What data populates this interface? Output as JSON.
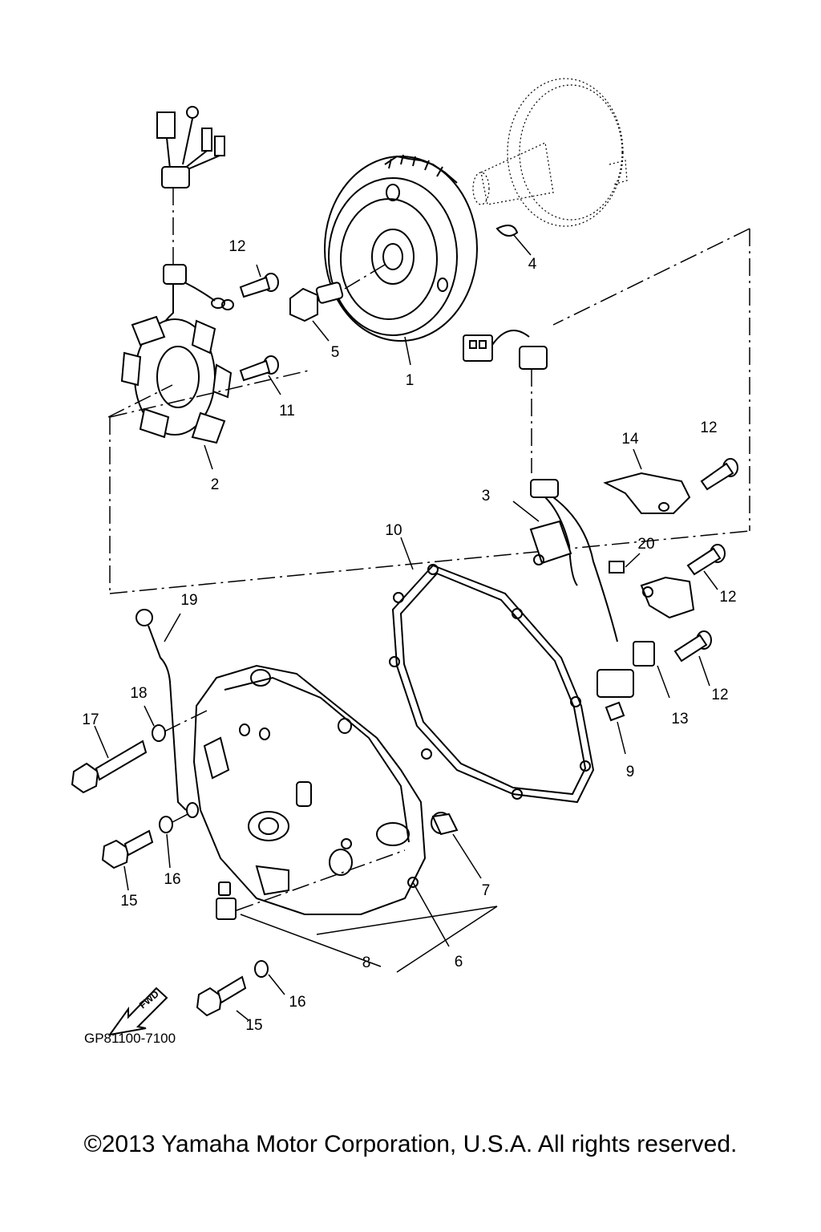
{
  "diagram": {
    "code": "GP81100-7100",
    "fwd_label": "FWD",
    "callouts": [
      "1",
      "2",
      "3",
      "4",
      "5",
      "6",
      "7",
      "8",
      "9",
      "10",
      "11",
      "12",
      "12",
      "12",
      "12",
      "13",
      "14",
      "15",
      "15",
      "16",
      "16",
      "17",
      "18",
      "19",
      "20"
    ]
  },
  "footer": {
    "copyright": "©2013 Yamaha Motor Corporation, U.S.A. All rights reserved."
  }
}
